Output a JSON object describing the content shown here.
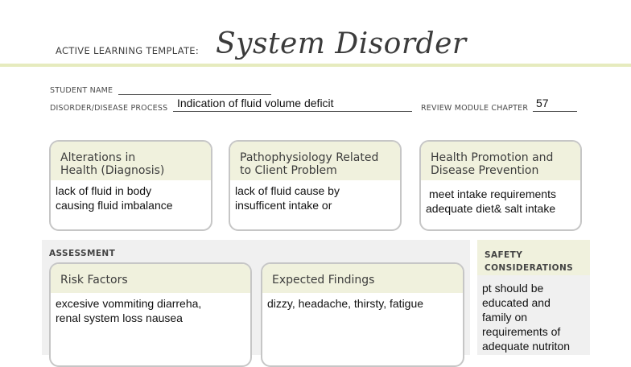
{
  "header": {
    "template_label": "ACTIVE LEARNING TEMPLATE:",
    "title": "System Disorder"
  },
  "form": {
    "student_name_label": "STUDENT NAME",
    "student_name_value": "",
    "disorder_label": "DISORDER/DISEASE PROCESS",
    "disorder_value": "Indication of fluid volume deficit",
    "chapter_label": "REVIEW MODULE CHAPTER",
    "chapter_value": "57"
  },
  "cards": {
    "alterations": {
      "title_line1": "Alterations in",
      "title_line2": "Health (Diagnosis)",
      "body_line1": "lack of fluid in body",
      "body_line2": "causing fluid imbalance"
    },
    "pathophysiology": {
      "title_line1": "Pathophysiology Related",
      "title_line2": "to Client Problem",
      "body_line1": "lack of fluid cause by",
      "body_line2": "insufficent intake or"
    },
    "health_promotion": {
      "title_line1": "Health Promotion and",
      "title_line2": "Disease Prevention",
      "body_line1": "meet intake requirements",
      "body_line2": "adequate diet& salt intake"
    }
  },
  "assessment": {
    "label": "ASSESSMENT",
    "risk_factors": {
      "title": "Risk Factors",
      "body_line1": "excesive vommiting diarreha,",
      "body_line2": "renal system loss nausea"
    },
    "expected_findings": {
      "title": "Expected Findings",
      "body_line1": "dizzy, headache, thirsty, fatigue"
    }
  },
  "safety": {
    "label_line1": "SAFETY",
    "label_line2": "CONSIDERATIONS",
    "lines": [
      "pt should be",
      "educated and",
      "family on",
      "requirements of",
      "adequate nutriton"
    ]
  }
}
